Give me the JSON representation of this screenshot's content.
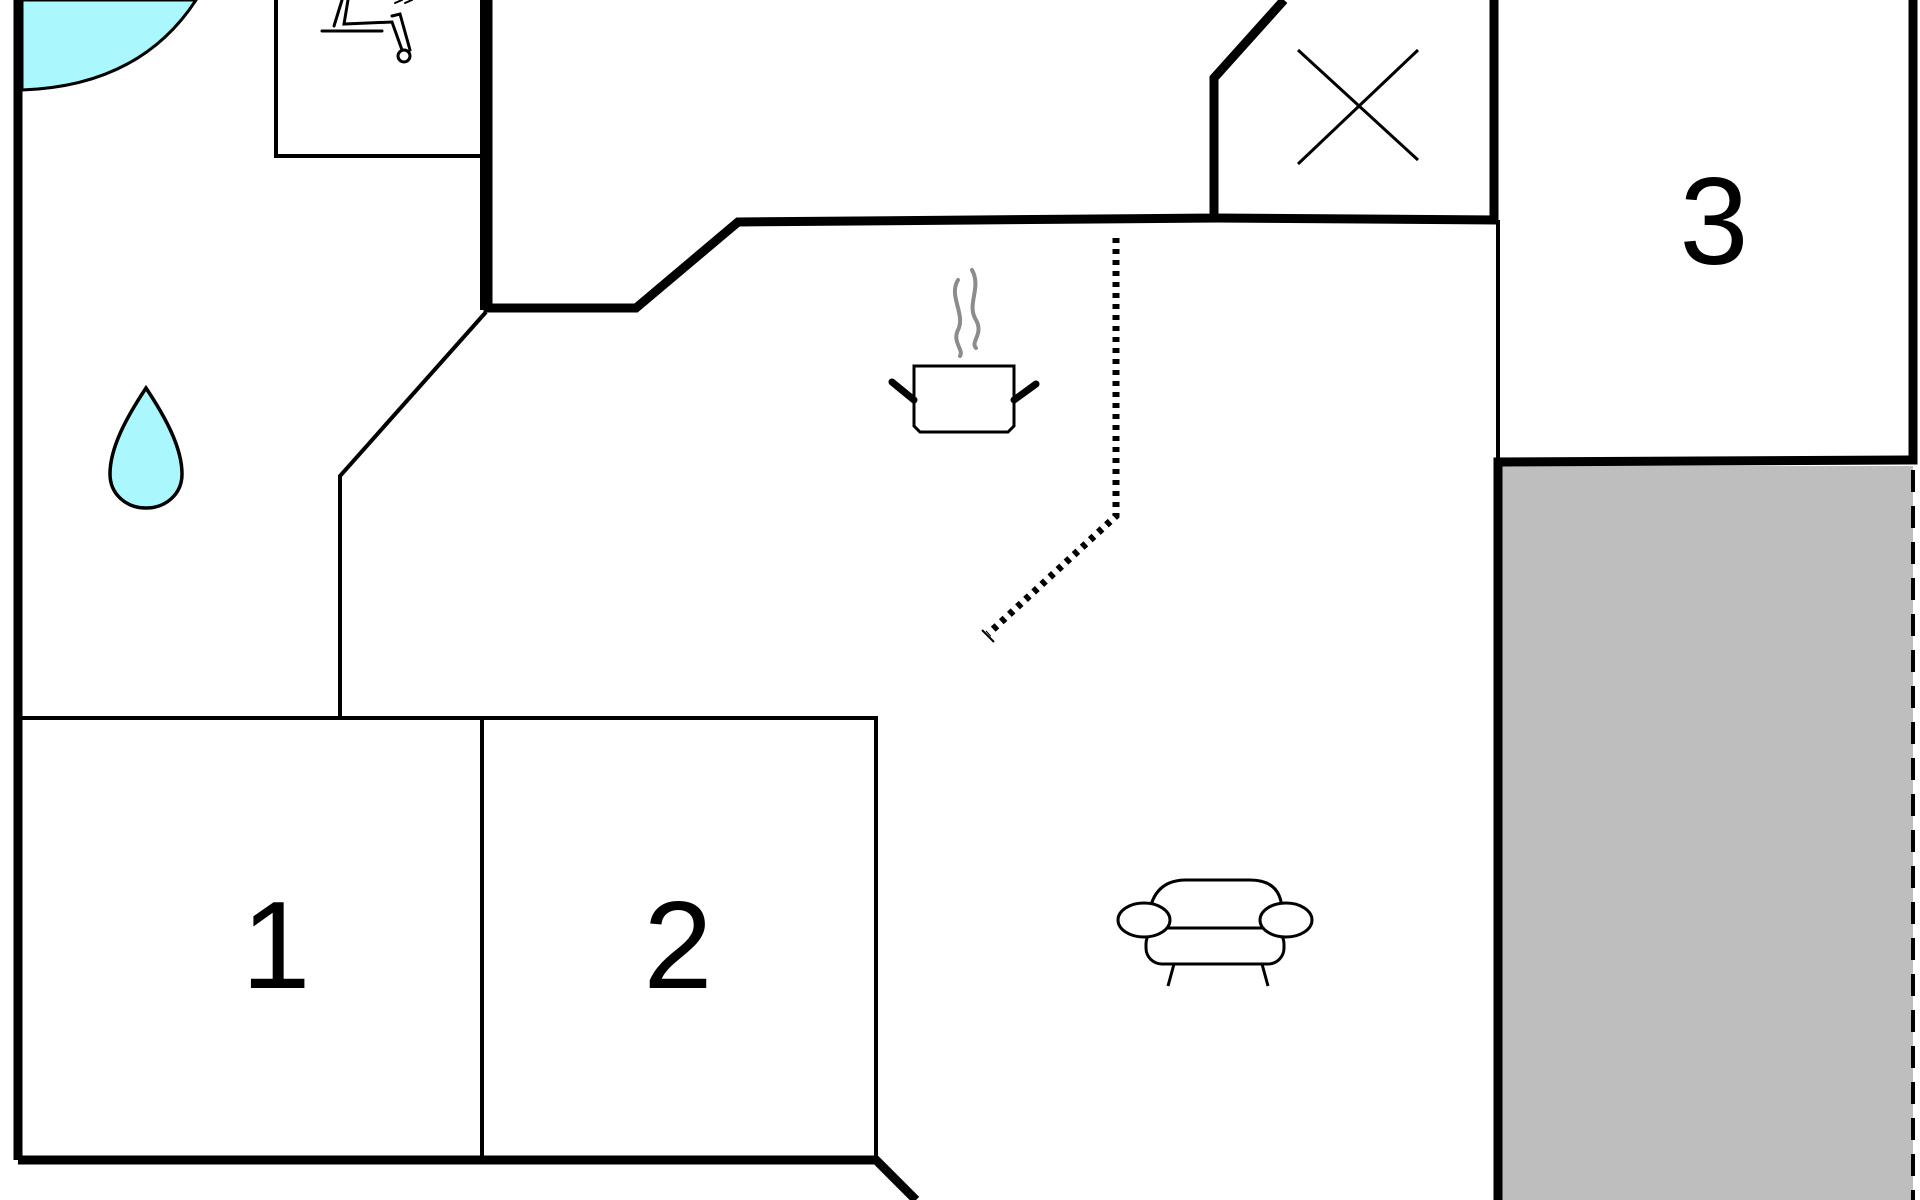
{
  "floor_plan": {
    "rooms": [
      {
        "number": "1",
        "type": "bedroom"
      },
      {
        "number": "2",
        "type": "bedroom"
      },
      {
        "number": "3",
        "type": "bedroom"
      }
    ],
    "icons": {
      "water": "water-drop-icon",
      "sauna": "sauna-icon",
      "kitchen": "cooking-pot-icon",
      "living_room": "sofa-icon",
      "utility": "cross-icon"
    },
    "colors": {
      "wall": "#000000",
      "water": "#aaf8fe",
      "terrace": "#bebebe",
      "steam": "#8c8c8c",
      "background": "#ffffff"
    }
  }
}
